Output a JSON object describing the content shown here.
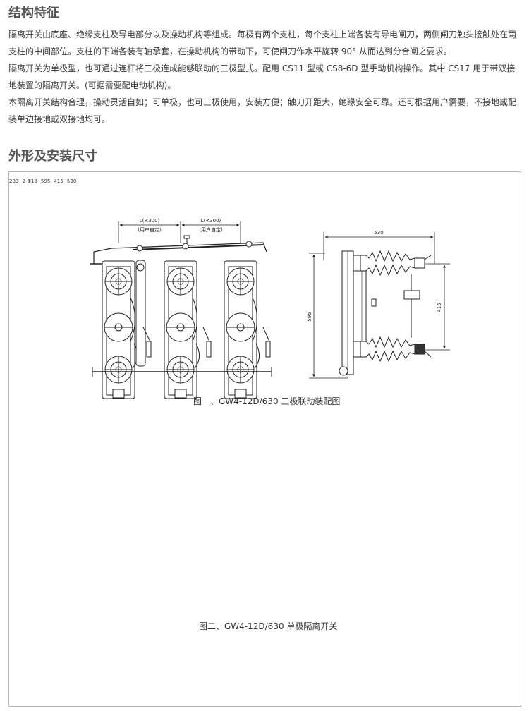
{
  "sections": {
    "structure": {
      "title": "结构特征",
      "paragraphs": [
        "隔离开关由底座、绝缘支柱及导电部分以及操动机构等组成。每极有两个支柱，每个支柱上端各装有导电闸刀，两侧闸刀触头接触处在两支柱的中间部位。支柱的下端各装有轴承套，在操动机构的带动下，可使闸刀作水平旋转 90° 从而达到分合闸之要求。",
        "隔离开关为单极型，也可通过连杆将三极连成能够联动的三极型式。配用 CS11 型或 CS8-6D 型手动机构操作。其中 CS17 用于带双接地装置的隔离开关。(可据需要配电动机构)。",
        "本隔离开关结构合理，操动灵活自如；可单极，也可三极使用，安装方便；触刀开距大，绝缘安全可靠。还可根据用户需要，不接地或配装单边接地或双接地均可。"
      ]
    },
    "dimensions": {
      "title": "外形及安装尺寸"
    }
  },
  "figures": {
    "fig1": {
      "caption": "图一、GW4-12D/630 三极联动装配图",
      "left_label_1": "L(≮300)",
      "left_label_2": "(用户自定)",
      "right_label_1": "L(≮300)",
      "right_label_2": "(用户自定)",
      "dim_width": "530",
      "dim_height": "595",
      "dim_inner": "415"
    },
    "fig2": {
      "caption": "图二、GW4-12D/630 单极隔离开关",
      "hole_label": "2-Φ18",
      "hole_spacing": "283",
      "dim_width": "530",
      "dim_height": "595",
      "dim_inner": "415"
    }
  }
}
